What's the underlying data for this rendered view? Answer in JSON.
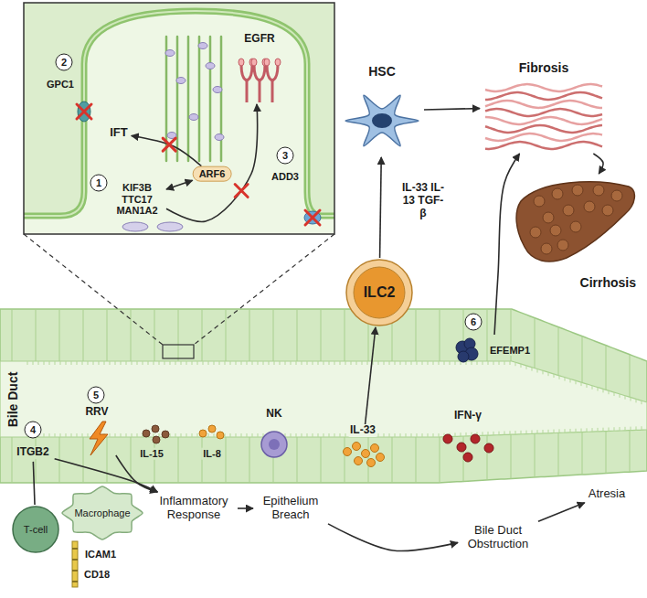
{
  "diagram": {
    "nodes": [
      {
        "text": [
          "IFT"
        ]
      },
      {
        "text": [
          "EGFR"
        ]
      },
      {
        "text": [
          "ARF6"
        ]
      },
      {
        "text": [
          "KIF3B TTC17 MAN1A2"
        ]
      },
      {
        "text": [
          "HSC"
        ]
      },
      {
        "text": [
          "Fibrosis"
        ]
      },
      {
        "text": [
          "Cirrhosis"
        ]
      },
      {
        "text": [
          "ILC2"
        ]
      },
      {
        "text": [
          "EFEMP1"
        ]
      },
      {
        "text": [
          "RRV"
        ]
      },
      {
        "text": [
          "ITGB2"
        ]
      },
      {
        "text": [
          "T-cell"
        ]
      },
      {
        "text": [
          "Macrophage"
        ]
      },
      {
        "text": [
          "NK"
        ]
      },
      {
        "text": [
          "IL-33"
        ]
      },
      {
        "text": [
          "Inflammatory Response"
        ]
      },
      {
        "text": [
          "Epithelium Breach"
        ]
      },
      {
        "text": [
          "Bile Duct Obstruction"
        ]
      },
      {
        "text": [
          "Atresia"
        ]
      }
    ],
    "edges": [
      {
        "from": 2,
        "to": 0,
        "arrow": "to"
      },
      {
        "from": 3,
        "to": 1,
        "arrow": "to"
      },
      {
        "from": 3,
        "to": 2,
        "arrow": "both"
      },
      {
        "from": 7,
        "to": 4,
        "arrow": "to"
      },
      {
        "from": 4,
        "to": 5,
        "arrow": "to"
      },
      {
        "from": 5,
        "to": 6,
        "arrow": "to"
      },
      {
        "from": 8,
        "to": 5,
        "arrow": "to"
      },
      {
        "from": 14,
        "to": 7,
        "arrow": "to"
      },
      {
        "from": 9,
        "to": 15,
        "arrow": "to"
      },
      {
        "from": 10,
        "to": 15,
        "arrow": "to"
      },
      {
        "from": 11,
        "to": 10,
        "arrow": "none"
      },
      {
        "from": 15,
        "to": 16,
        "arrow": "to"
      },
      {
        "from": 16,
        "to": 17,
        "arrow": "to"
      },
      {
        "from": 17,
        "to": 18,
        "arrow": "to"
      }
    ],
    "labels": [
      "1",
      "2",
      "GPC1",
      "3",
      "ADD3",
      "IL-33 IL-13 TGF-β",
      "6",
      "Bile Duct",
      "5",
      "4",
      "IL-15",
      "IL-8",
      "ICAM1",
      "CD18",
      "IFN-γ"
    ]
  }
}
